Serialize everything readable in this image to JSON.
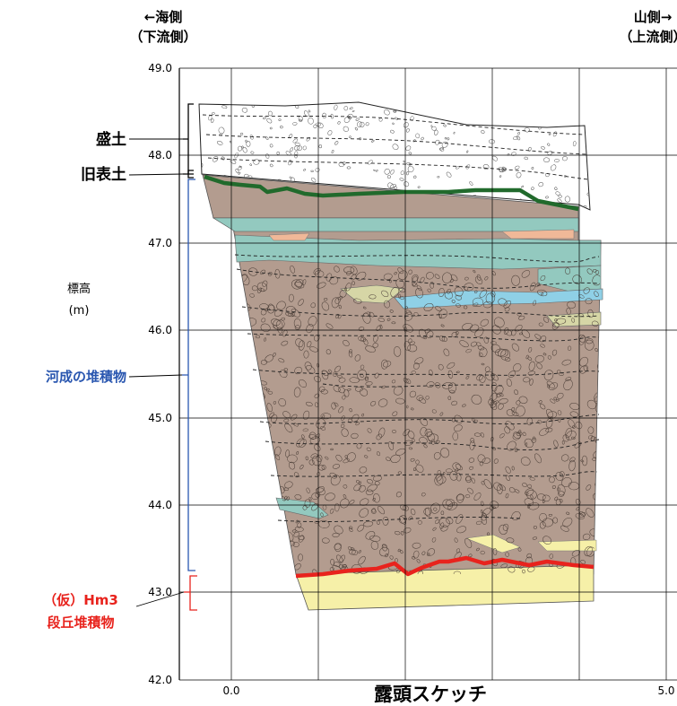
{
  "header": {
    "left_line1": "←海側",
    "left_line2": "（下流側）",
    "right_line1": "山側→",
    "right_line2": "（上流側）"
  },
  "yaxis": {
    "title_line1": "標高",
    "title_line2": "(m)",
    "ticks": [
      {
        "label": "49.0",
        "value": 49
      },
      {
        "label": "48.0",
        "value": 48
      },
      {
        "label": "47.0",
        "value": 47
      },
      {
        "label": "46.0",
        "value": 46
      },
      {
        "label": "45.0",
        "value": 45
      },
      {
        "label": "44.0",
        "value": 44
      },
      {
        "label": "43.0",
        "value": 43
      },
      {
        "label": "42.0",
        "value": 42
      }
    ]
  },
  "xaxis": {
    "ticks": [
      {
        "label": "0.0",
        "value": 0
      },
      {
        "label": "5.0",
        "value": 5
      }
    ]
  },
  "layers": {
    "fill": "盛土",
    "old_topsoil": "旧表土",
    "fluvial": "河成の堆積物",
    "terrace_line1": "（仮）Hm3",
    "terrace_line2": "段丘堆積物"
  },
  "caption": "露頭スケッチ",
  "colors": {
    "fluvial_label": "#2a57b0",
    "terrace_label": "#e8231d",
    "gravel": "#b39c8f",
    "teal": "#93c9bf",
    "blue_lens": "#8fd0e6",
    "yellow": "#f6f0a8",
    "olive": "#d6d6a6",
    "orange": "#f0b898",
    "topsoil_line": "#216a2c",
    "terrace_line": "#e8231d"
  }
}
